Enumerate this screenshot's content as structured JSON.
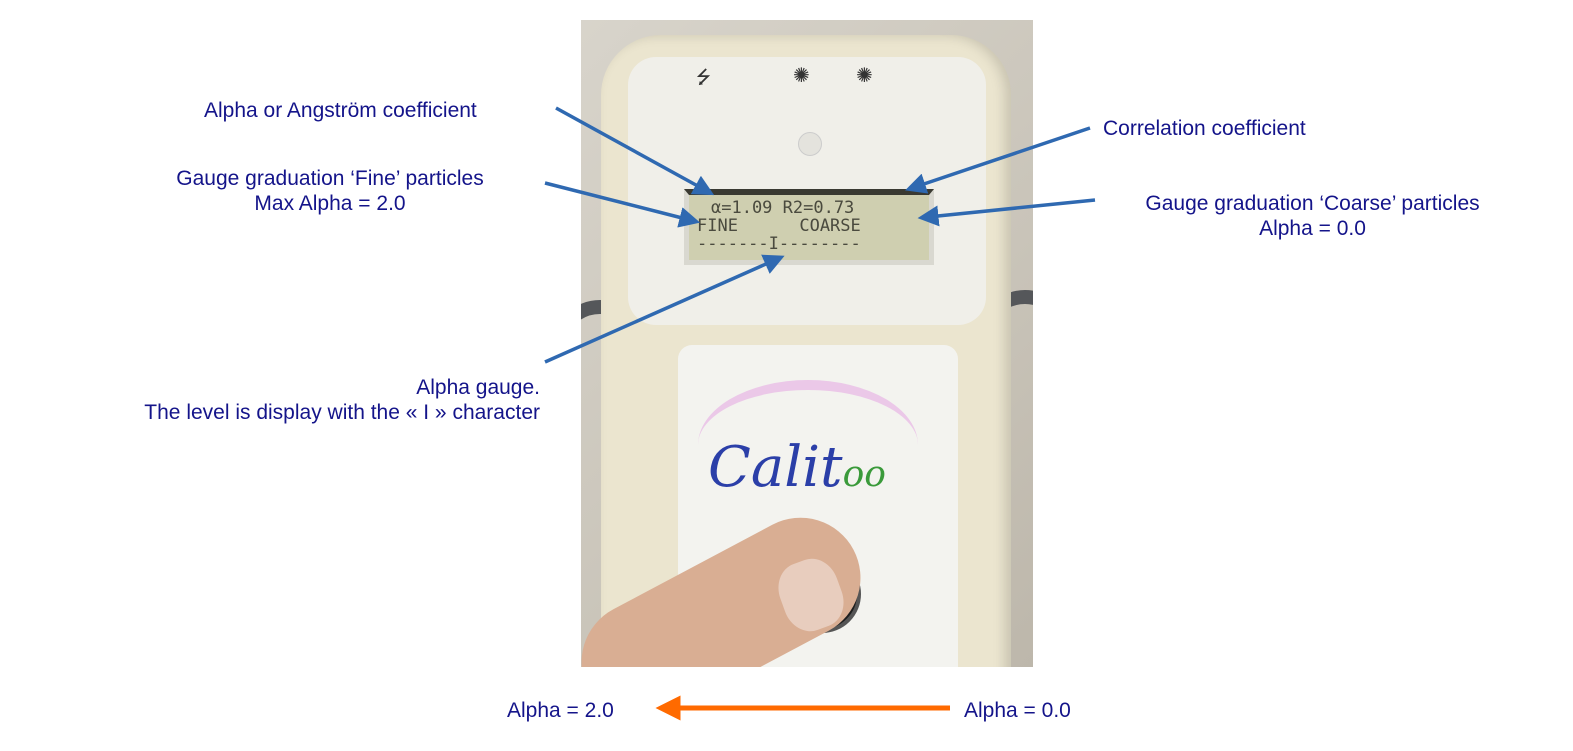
{
  "labels": {
    "alpha_coeff": "Alpha or Angström coefficient",
    "fine_line1": "Gauge graduation ‘Fine’ particles",
    "fine_line2": "Max Alpha = 2.0",
    "correlation": "Correlation coefficient",
    "coarse_line1": "Gauge graduation ‘Coarse’ particles",
    "coarse_line2": "Alpha = 0.0",
    "gauge_line1": "Alpha gauge.",
    "gauge_line2": "The level is display with the « I » character",
    "scale_left": "Alpha = 2.0",
    "scale_right": "Alpha = 0.0"
  },
  "lcd": {
    "line1": "α=1.09 R2=0.73",
    "line2": "FINE      COARSE",
    "line3": "-------I--------"
  },
  "device": {
    "logo": "Calit",
    "logo_suffix": "oo"
  },
  "colors": {
    "text": "#14148a",
    "callout_arrow": "#2f69b1",
    "scale_arrow": "#ff6a00"
  }
}
